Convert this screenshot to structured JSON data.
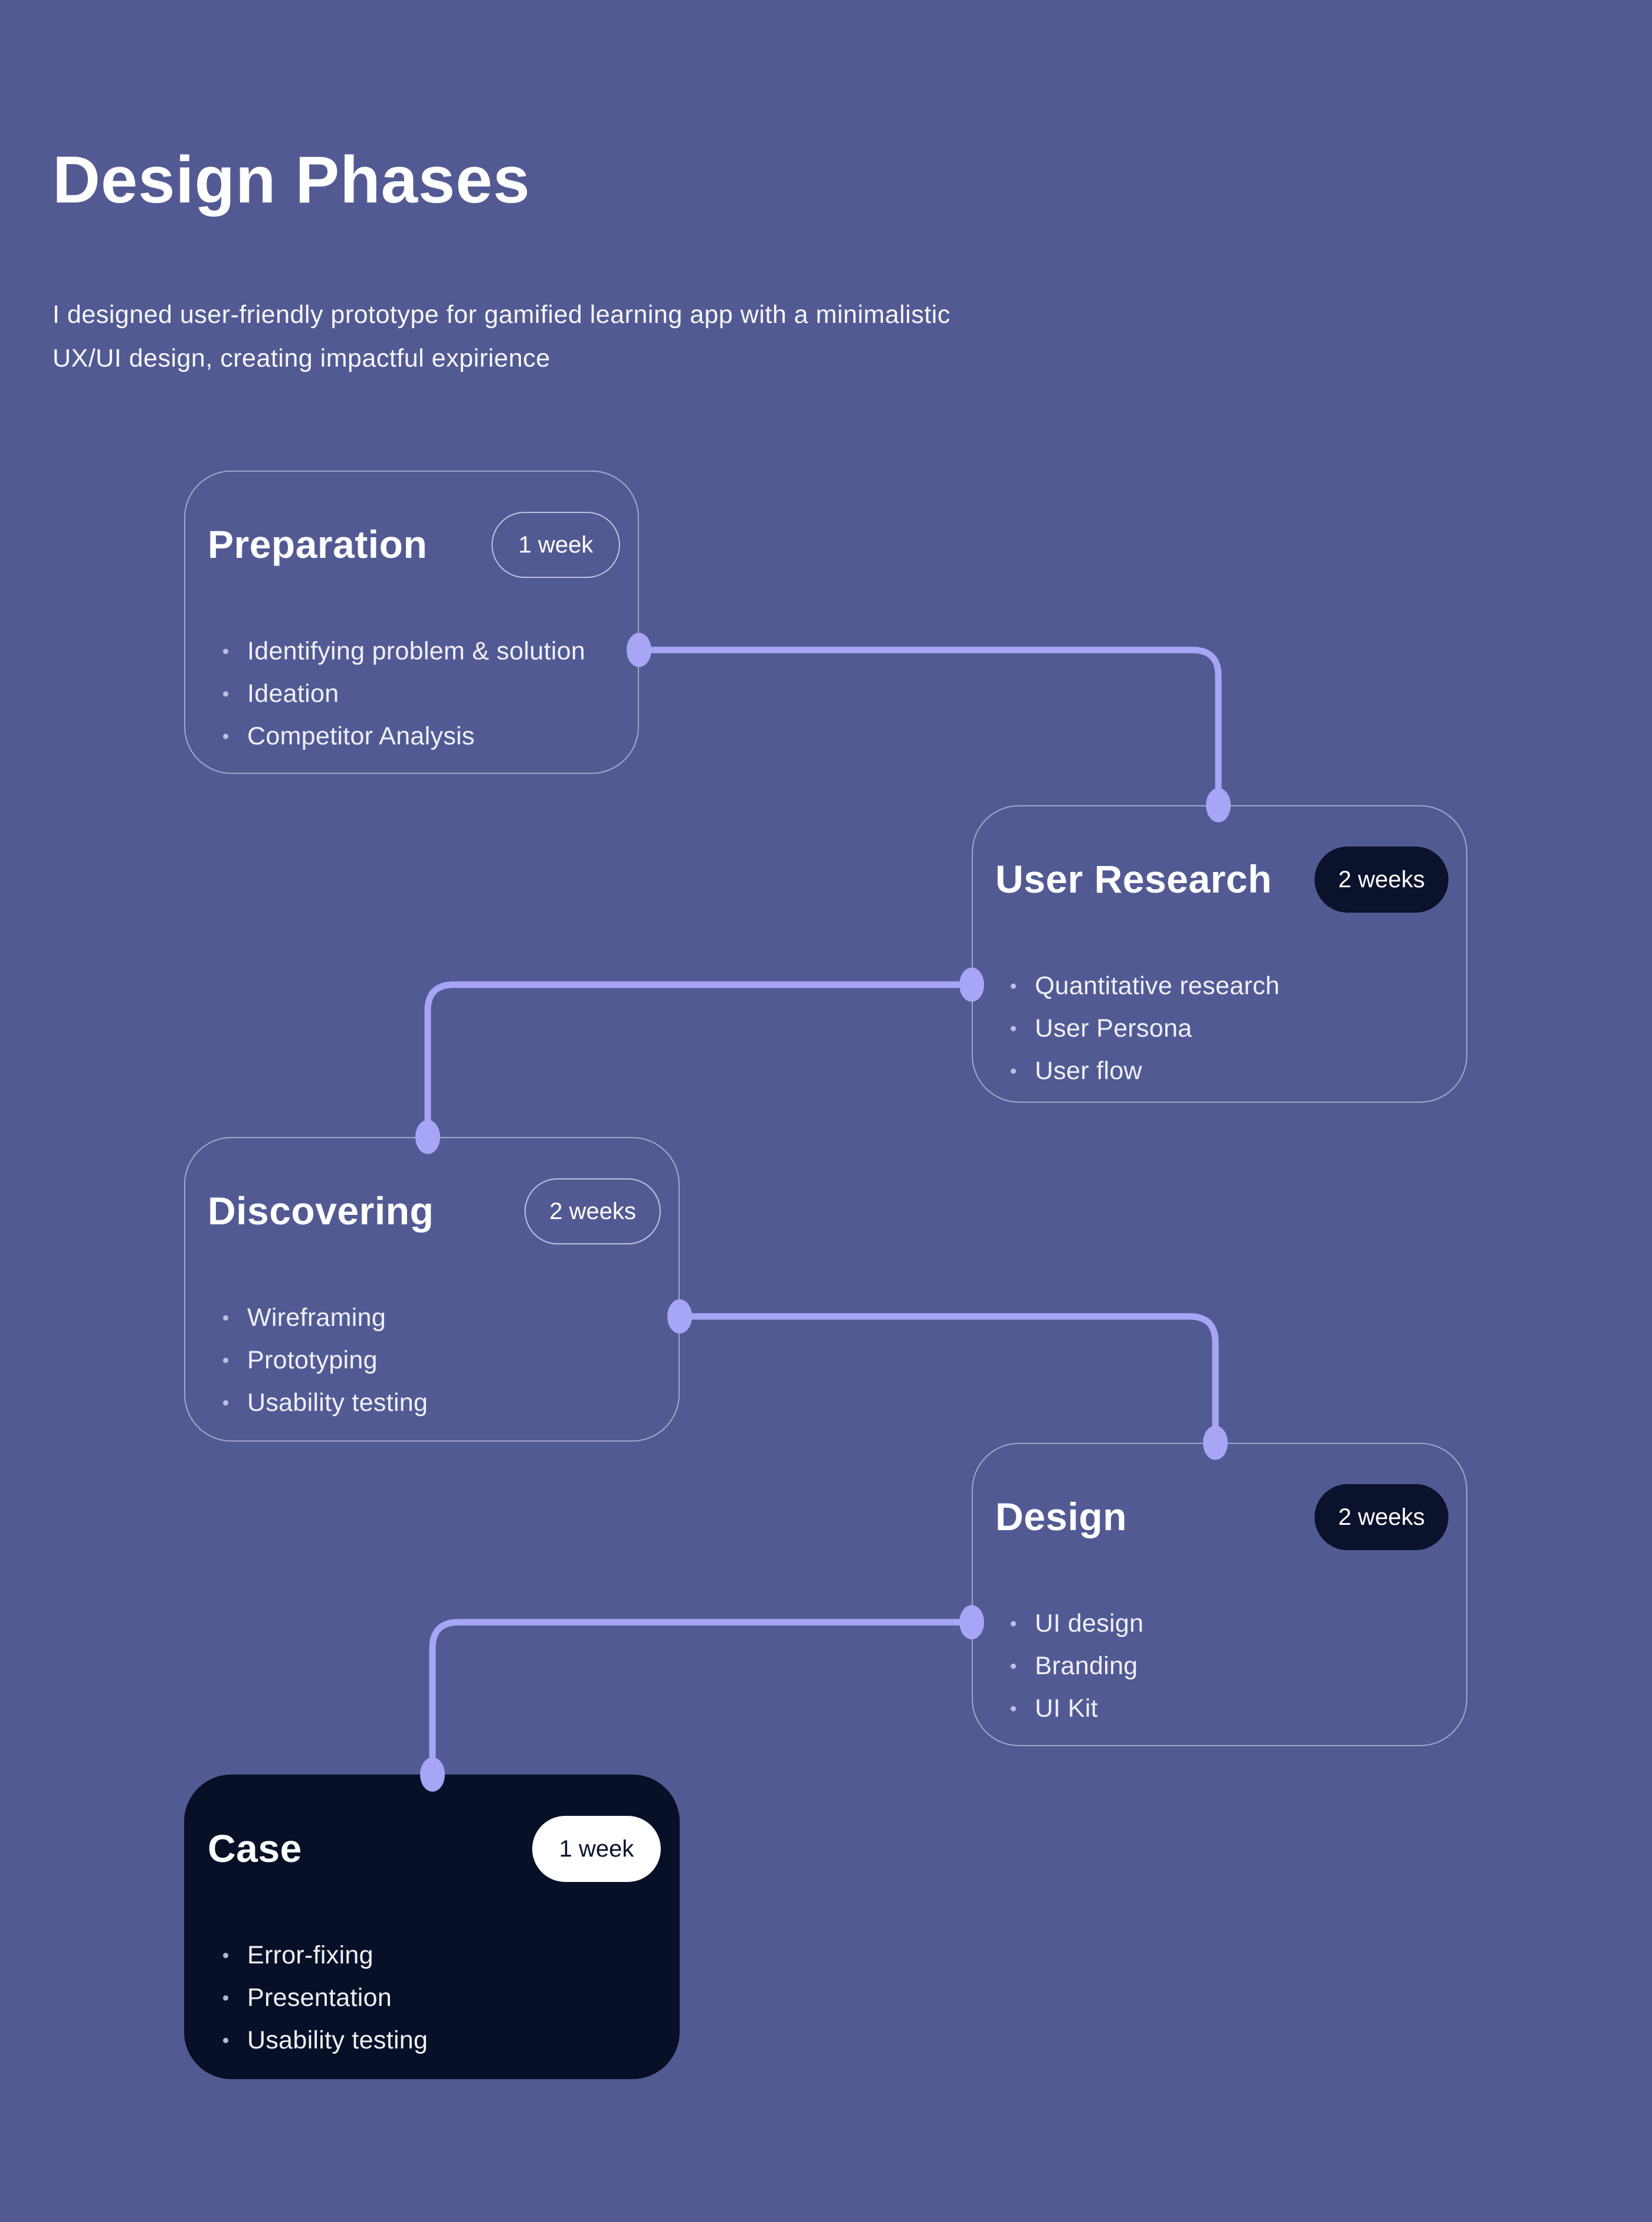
{
  "page": {
    "title": "Design Phases",
    "subtitle_line1": "I designed user-friendly prototype for gamified learning app with a minimalistic",
    "subtitle_line2": "UX/UI design, creating impactful expirience"
  },
  "phases": [
    {
      "title": "Preparation",
      "duration": "1 week",
      "badge_style": "outline",
      "card_style": "outline",
      "items": [
        "Identifying problem & solution",
        "Ideation",
        "Competitor Analysis"
      ]
    },
    {
      "title": "User Research",
      "duration": "2 weeks",
      "badge_style": "dark",
      "card_style": "outline",
      "items": [
        "Quantitative research",
        "User Persona",
        "User flow"
      ]
    },
    {
      "title": "Discovering",
      "duration": "2 weeks",
      "badge_style": "outline",
      "card_style": "outline",
      "items": [
        "Wireframing",
        "Prototyping",
        "Usability testing"
      ]
    },
    {
      "title": "Design",
      "duration": "2 weeks",
      "badge_style": "dark",
      "card_style": "outline",
      "items": [
        "UI design",
        "Branding",
        "UI Kit"
      ]
    },
    {
      "title": "Case",
      "duration": "1 week",
      "badge_style": "white",
      "card_style": "dark",
      "items": [
        "Error-fixing",
        "Presentation",
        "Usability testing"
      ]
    }
  ],
  "colors": {
    "background": "#535A93",
    "card_dark": "#081027",
    "badge_dark": "#0B122B",
    "connector": "#A7A5F6",
    "text": "#FFFFFF"
  }
}
